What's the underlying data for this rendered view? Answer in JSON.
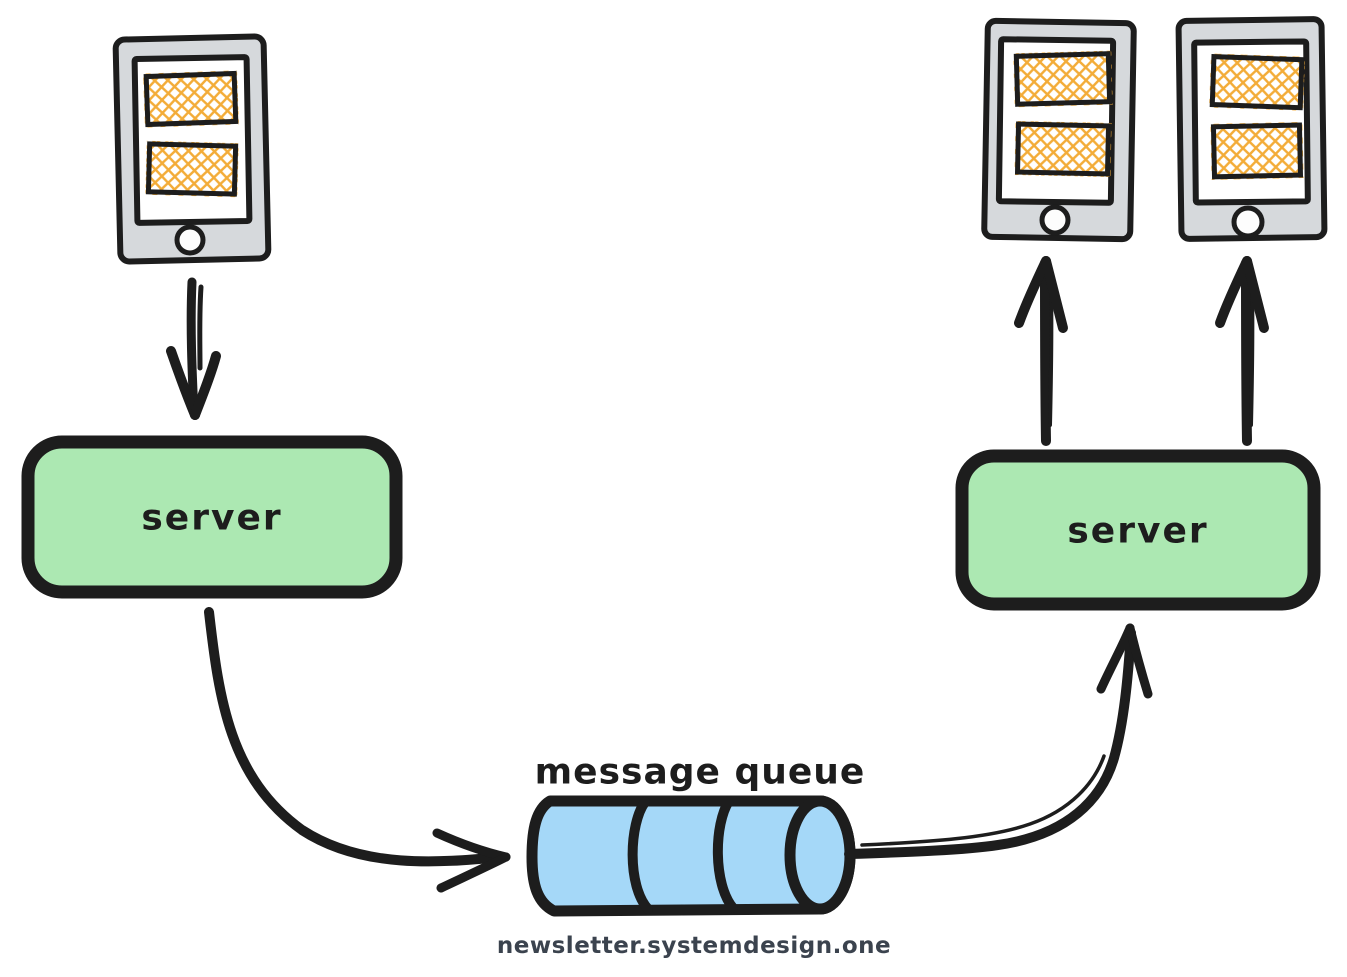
{
  "diagram": {
    "type": "message-queue-flow",
    "nodes": [
      {
        "id": "client-phone",
        "kind": "mobile-client",
        "label": ""
      },
      {
        "id": "server-left",
        "kind": "server",
        "label": "server"
      },
      {
        "id": "message-queue",
        "kind": "queue",
        "label": "message queue"
      },
      {
        "id": "server-right",
        "kind": "server",
        "label": "server"
      },
      {
        "id": "subscriber-phone-1",
        "kind": "mobile-client",
        "label": ""
      },
      {
        "id": "subscriber-phone-2",
        "kind": "mobile-client",
        "label": ""
      }
    ],
    "edges": [
      {
        "from": "client-phone",
        "to": "server-left"
      },
      {
        "from": "server-left",
        "to": "message-queue"
      },
      {
        "from": "message-queue",
        "to": "server-right"
      },
      {
        "from": "server-right",
        "to": "subscriber-phone-1"
      },
      {
        "from": "server-right",
        "to": "subscriber-phone-2"
      }
    ]
  },
  "footer": {
    "text": "newsletter.systemdesign.one"
  },
  "colors": {
    "server_fill": "#ace8b2",
    "queue_fill": "#a5d8f8",
    "phone_body": "#d6d9dc",
    "phone_screen": "#ffffff",
    "content_hatch": "#f3ac38",
    "stroke": "#1d1d1d",
    "footer_text": "#3b434e",
    "background": "#ffffff"
  }
}
